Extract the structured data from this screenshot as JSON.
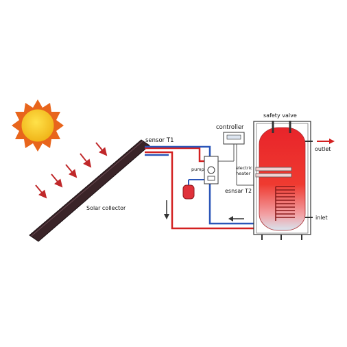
{
  "labels": {
    "sensor_t1": "sensor T1",
    "controller": "controller",
    "safety_valve": "safety valve",
    "outlet": "outlet",
    "pump": "pump",
    "electric": "electric",
    "heater": "heater",
    "sensor_t2": "esnsar T2",
    "inlet": "inlet",
    "solar_collector": "Solar collector"
  },
  "colors": {
    "hot_pipe": "#d32020",
    "cold_pipe": "#2a55b8",
    "sun_core": "#f3c21d",
    "sun_rays": "#e8651c",
    "sun_arrows": "#c0282a",
    "collector": "#3a2428",
    "tank_hot": "#e8242a",
    "tank_cold": "#d8e4ef",
    "expansion_vessel": "#e0313a"
  }
}
